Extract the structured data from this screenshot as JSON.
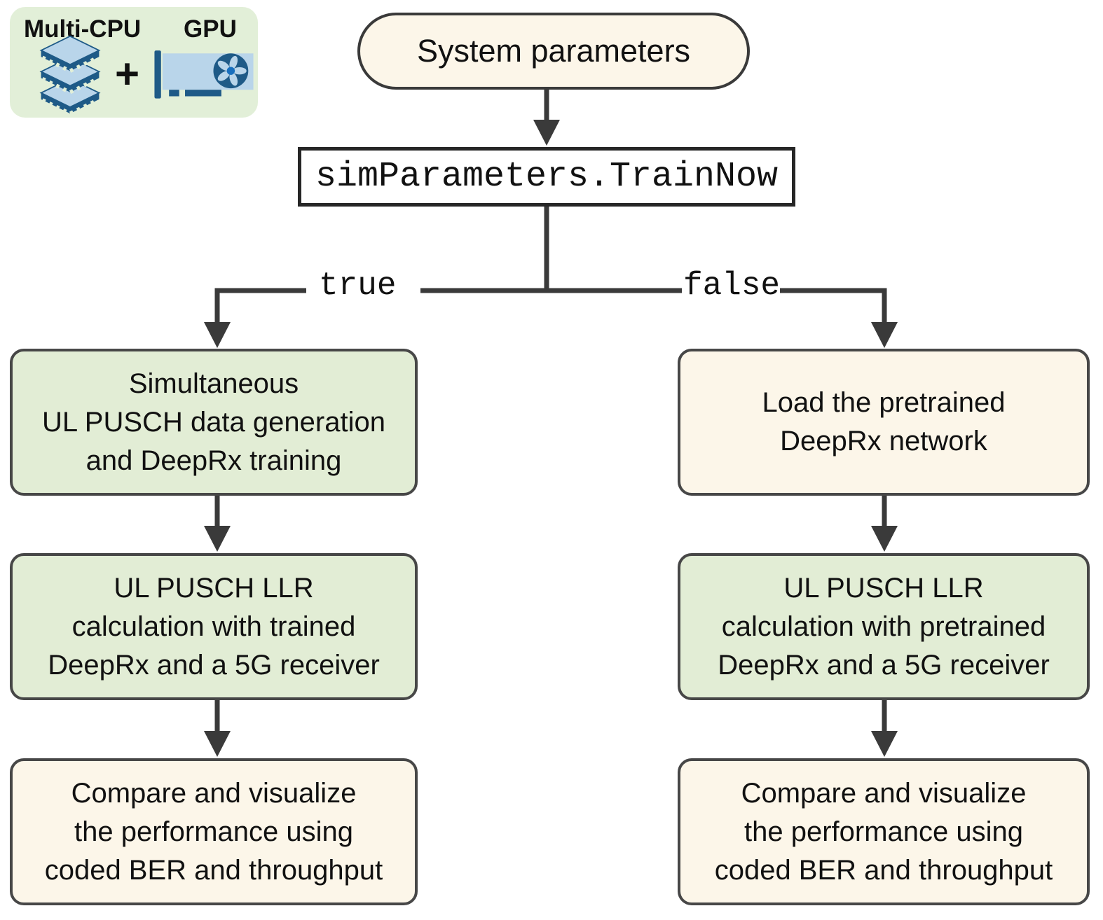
{
  "colors": {
    "green_fill": "#e2edd5",
    "cream_fill": "#fcf6e9",
    "badge_fill": "#e2efd8",
    "node_border": "#474747",
    "decision_border": "#262626",
    "line": "#3a3a3a",
    "text": "#111111",
    "icon_navy": "#1e5a87",
    "icon_lightblue": "#b9d5ea",
    "fan_hub": "#186fbe"
  },
  "badge": {
    "cpu_label": "Multi-CPU",
    "gpu_label": "GPU",
    "plus": "+",
    "icons": [
      "multi-cpu-stack-icon",
      "gpu-card-icon"
    ]
  },
  "flow": {
    "start": "System parameters",
    "decision": "simParameters.TrainNow",
    "true_label": "true",
    "false_label": "false",
    "left_branch": [
      {
        "fill": "green",
        "lines": [
          "Simultaneous",
          "UL PUSCH data generation",
          "and DeepRx training"
        ]
      },
      {
        "fill": "green",
        "lines": [
          "UL PUSCH LLR",
          "calculation with trained",
          "DeepRx and a 5G receiver"
        ]
      },
      {
        "fill": "cream",
        "lines": [
          "Compare and visualize",
          "the performance using",
          "coded BER and throughput"
        ]
      }
    ],
    "right_branch": [
      {
        "fill": "cream",
        "lines": [
          "Load the pretrained",
          "DeepRx network"
        ]
      },
      {
        "fill": "green",
        "lines": [
          "UL PUSCH LLR",
          "calculation with pretrained",
          "DeepRx and a 5G receiver"
        ]
      },
      {
        "fill": "cream",
        "lines": [
          "Compare and visualize",
          "the performance using",
          "coded BER and throughput"
        ]
      }
    ]
  }
}
